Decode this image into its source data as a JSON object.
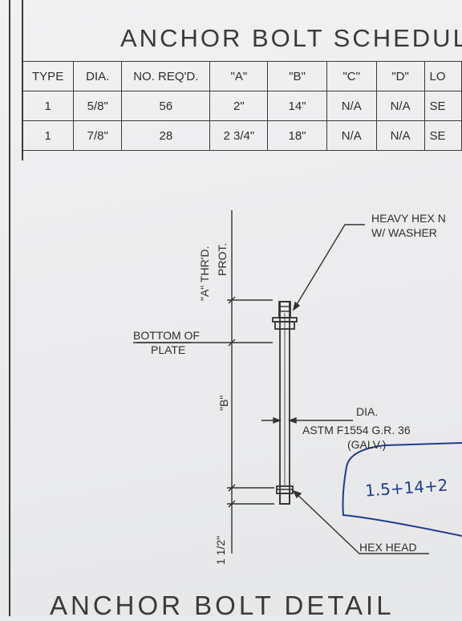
{
  "schedule": {
    "title": "ANCHOR BOLT SCHEDUL",
    "headers": [
      "TYPE",
      "DIA.",
      "NO. REQ'D.",
      "\"A\"",
      "\"B\"",
      "\"C\"",
      "\"D\"",
      "LO"
    ],
    "rows": [
      [
        "1",
        "5/8\"",
        "56",
        "2\"",
        "14\"",
        "N/A",
        "N/A",
        "SE"
      ],
      [
        "1",
        "7/8\"",
        "28",
        "2 3/4\"",
        "18\"",
        "N/A",
        "N/A",
        "SE"
      ]
    ]
  },
  "detail": {
    "a_dim_label_1": "\"A\" THR'D.",
    "a_dim_label_2": "PROT.",
    "b_dim_label": "\"B\"",
    "bottom_dim_label": "1 1/2\"",
    "plate_label_1": "BOTTOM OF",
    "plate_label_2": "PLATE",
    "nut_label_1": "HEAVY HEX N",
    "nut_label_2": "W/ WASHER",
    "dia_label": "DIA.",
    "spec_label_1": "ASTM F1554 G.R. 36",
    "spec_label_2": "(GALV.)",
    "head_label": "HEX HEAD",
    "handwritten": "1.5+14+2",
    "title": "ANCHOR BOLT DETAIL"
  },
  "colors": {
    "ink": "#2e2e2e",
    "pen": "#1f3c8c",
    "paper": "#ececee"
  }
}
